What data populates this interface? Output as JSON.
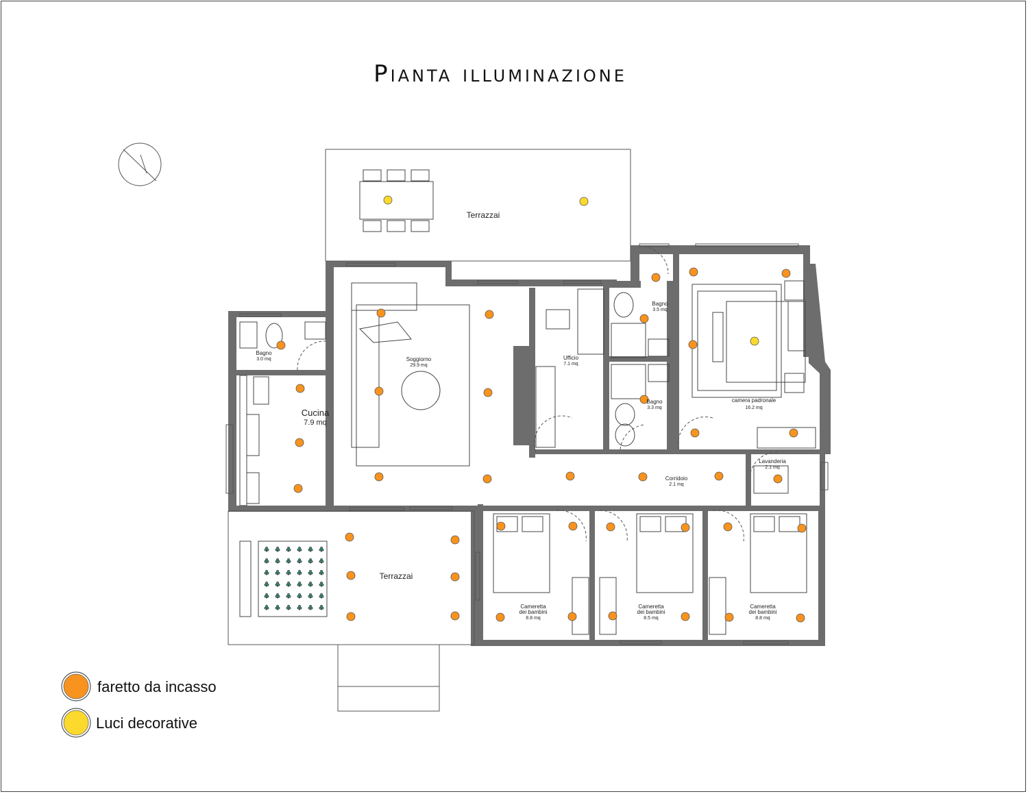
{
  "title": "Pianta illuminazione",
  "colors": {
    "wall": "#6d6d6d",
    "recessed_spot": "#f7931e",
    "decorative_light": "#fbd92d",
    "plant": "#2bb39a"
  },
  "rooms": [
    {
      "name": "Terrazzai",
      "area": ""
    },
    {
      "name": "Bagno",
      "area": "3.0 mq"
    },
    {
      "name": "Soggiorno",
      "area": "29.9 mq"
    },
    {
      "name": "Cucina",
      "area": "7.9 mq"
    },
    {
      "name": "Ufficio",
      "area": "7.1 mq"
    },
    {
      "name": "Bagno",
      "area": "3.5 mq"
    },
    {
      "name": "Bagno",
      "area": "3.3 mq"
    },
    {
      "name": "camera padronale",
      "area": "16.2 mq"
    },
    {
      "name": "Corridoio",
      "area": "2.1 mq"
    },
    {
      "name": "Lavanderia",
      "area": "2.1 mq"
    },
    {
      "name": "Cameretta dei bambini",
      "area": "8.8 mq"
    },
    {
      "name": "Cameretta dei bambini",
      "area": "8.5 mq"
    },
    {
      "name": "Cameretta dei bambini",
      "area": "8.8 mq"
    },
    {
      "name": "Terrazzai",
      "area": ""
    }
  ],
  "legend": [
    {
      "label": "faretto da incasso",
      "symbol": "recessed-spot"
    },
    {
      "label": "Luci decorative",
      "symbol": "decorative-light"
    }
  ]
}
